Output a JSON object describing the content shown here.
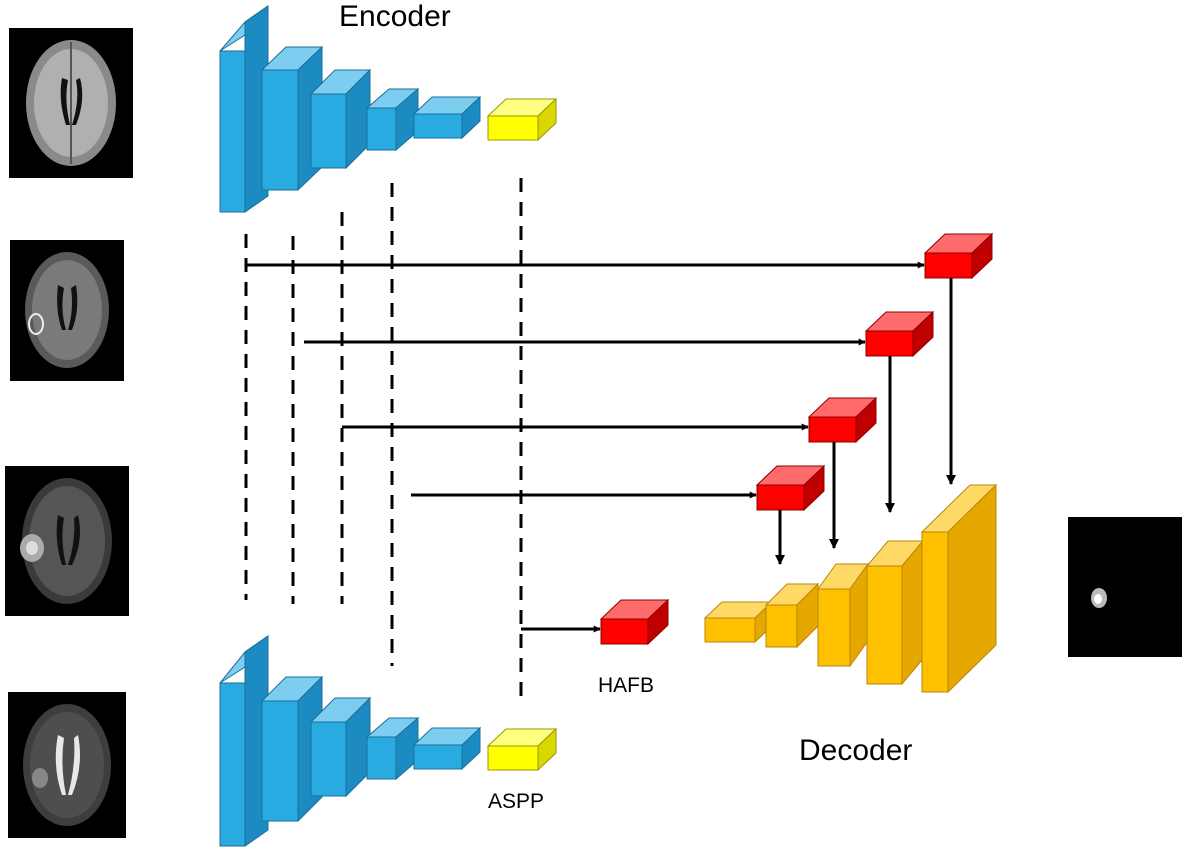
{
  "labels": {
    "encoder": "Encoder",
    "decoder": "Decoder",
    "aspp": "ASPP",
    "hafb": "HAFB"
  },
  "colors": {
    "encoder_block": "#29abe2",
    "aspp_block": "#ffff00",
    "hafb_block": "#ff0000",
    "decoder_block": "#ffc000",
    "mri_background": "#000000",
    "arrow": "#000000"
  },
  "inputs": [
    {
      "name": "mri-input-1",
      "kind": "brain-mri-slice"
    },
    {
      "name": "mri-input-2",
      "kind": "brain-mri-slice"
    },
    {
      "name": "mri-input-3",
      "kind": "brain-mri-slice"
    },
    {
      "name": "mri-input-4",
      "kind": "brain-mri-slice"
    }
  ],
  "output": {
    "name": "segmentation-mask-output",
    "kind": "tumor-segmentation-mask"
  }
}
